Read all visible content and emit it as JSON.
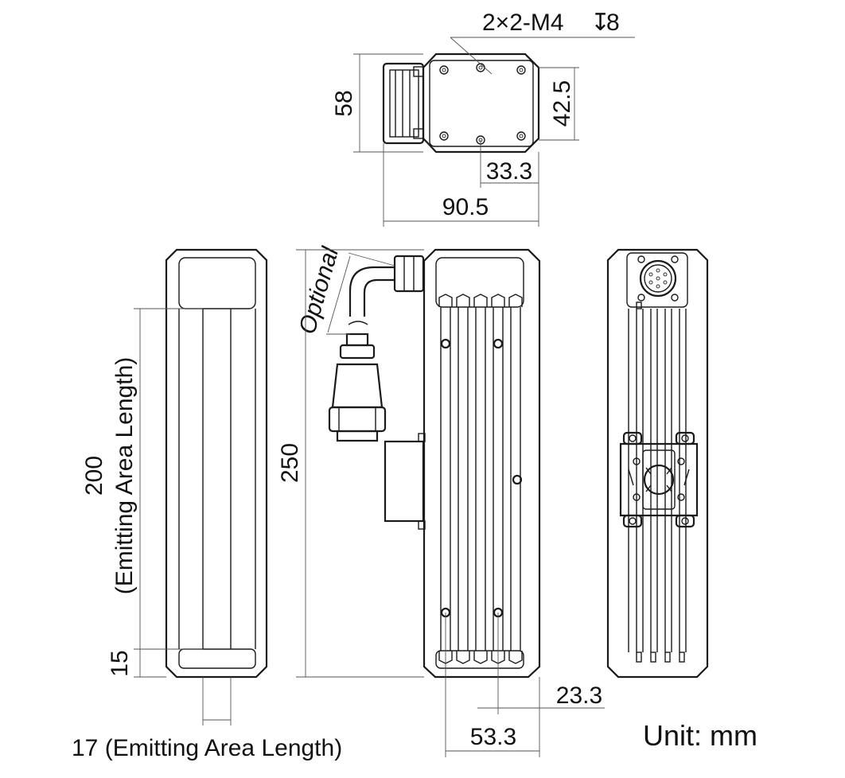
{
  "top_view": {
    "hole_callout": "2×2-M4",
    "depth_symbol": "↧",
    "hole_depth": "8",
    "height_dim": "58",
    "hole_pitch_dim": "42.5",
    "hole_offset_dim": "33.3",
    "depth_dim": "90.5"
  },
  "front_view": {
    "emitting_length_value": "200",
    "emitting_length_note": "(Emitting Area Length)",
    "end_margin_dim": "15",
    "emitting_width_label": "17 (Emitting Area Length)"
  },
  "side_view": {
    "cable_note": "Optional",
    "total_length_dim": "250",
    "width_dim": "53.3",
    "offset_dim": "23.3"
  },
  "unit_label": "Unit: mm"
}
